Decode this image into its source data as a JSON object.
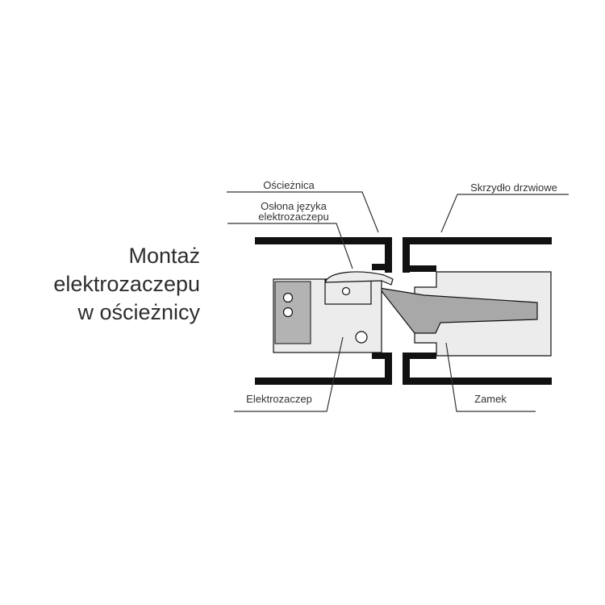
{
  "title": {
    "line1": "Montaż",
    "line2": "elektrozaczepu",
    "line3": "w ościeżnicy"
  },
  "labels": {
    "frame": "Ościeżnica",
    "door_leaf": "Skrzydło drzwiowe",
    "cover_line1": "Osłona języka",
    "cover_line2": "elektrozaczepu",
    "strike": "Elektrozaczep",
    "lock": "Zamek"
  },
  "colors": {
    "ink": "#111111",
    "part_fill": "#ececec",
    "panel_fill": "#b3b3b3",
    "bolt_fill": "#a8a8a8",
    "leader": "#333333"
  }
}
